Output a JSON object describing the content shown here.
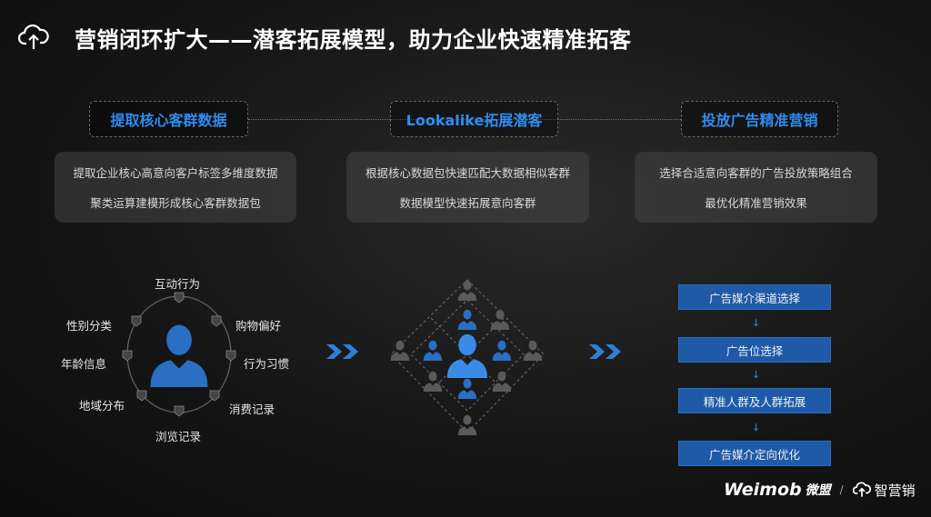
{
  "header": {
    "icon": "cloud-upload-icon",
    "title": "营销闭环扩大——潜客拓展模型，助力企业快速精准拓客"
  },
  "steps": [
    {
      "title": "提取核心客群数据",
      "lines": [
        "提取企业核心高意向客户标签多维度数据",
        "聚类运算建模形成核心客群数据包"
      ]
    },
    {
      "title": "Lookalike拓展潜客",
      "lines": [
        "根据核心数据包快速匹配大数据相似客群",
        "数据模型快速拓展意向客群"
      ]
    },
    {
      "title": "投放广告精准营销",
      "lines": [
        "选择合适意向客群的广告投放策略组合",
        "最优化精准营销效果"
      ]
    }
  ],
  "tags": [
    "互动行为",
    "购物偏好",
    "行为习惯",
    "消费记录",
    "浏览记录",
    "地域分布",
    "年龄信息",
    "性别分类"
  ],
  "flow": [
    "广告媒介渠道选择",
    "广告位选择",
    "精准人群及人群拓展",
    "广告媒介定向优化"
  ],
  "footer": {
    "brand": "Weimob",
    "brand_cn": "微盟",
    "separator": "/",
    "product": "智营销"
  },
  "colors": {
    "accent": "#2f8cf0",
    "flow_box": "#1e5aa8",
    "person_gray": "#555555",
    "person_blue": "#2a6fc4"
  }
}
